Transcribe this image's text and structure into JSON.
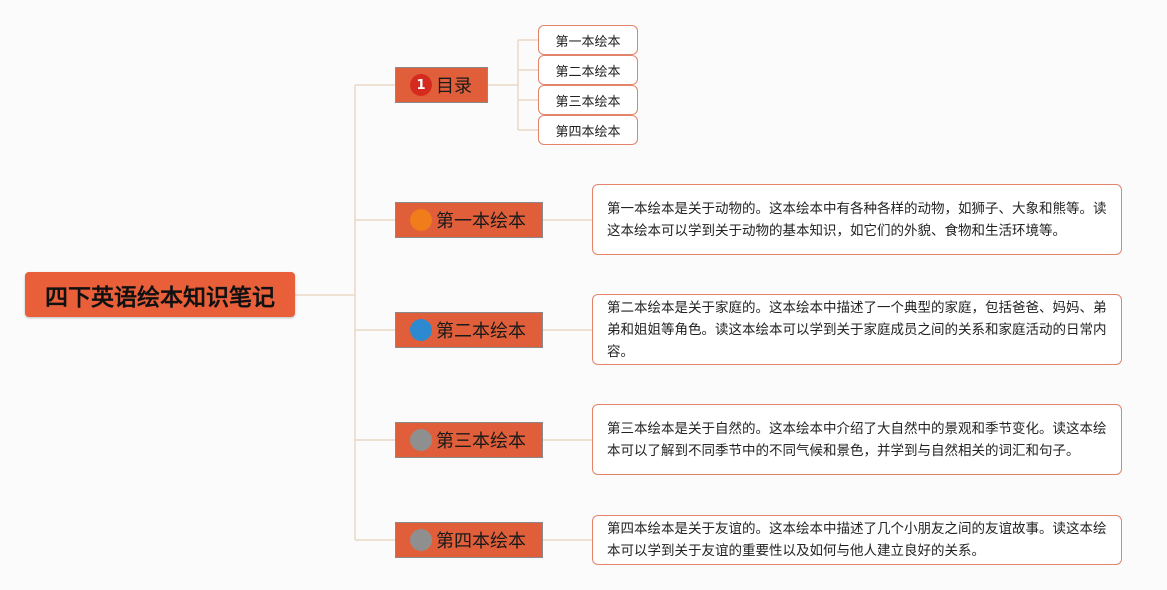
{
  "root": {
    "title": "四下英语绘本知识笔记"
  },
  "toc": {
    "label": "目录",
    "badge": "1",
    "badge_color": "#d42b1e",
    "items": [
      "第一本绘本",
      "第二本绘本",
      "第三本绘本",
      "第四本绘本"
    ]
  },
  "books": [
    {
      "label": "第一本绘本",
      "badge": "",
      "badge_color": "#f07c1b",
      "description": "第一本绘本是关于动物的。这本绘本中有各种各样的动物，如狮子、大象和熊等。读这本绘本可以学到关于动物的基本知识，如它们的外貌、食物和生活环境等。"
    },
    {
      "label": "第二本绘本",
      "badge": "",
      "badge_color": "#2e8ad0",
      "description": "第二本绘本是关于家庭的。这本绘本中描述了一个典型的家庭，包括爸爸、妈妈、弟弟和姐姐等角色。读这本绘本可以学到关于家庭成员之间的关系和家庭活动的日常内容。"
    },
    {
      "label": "第三本绘本",
      "badge": "",
      "badge_color": "#8f8f8f",
      "description": "第三本绘本是关于自然的。这本绘本中介绍了大自然中的景观和季节变化。读这本绘本可以了解到不同季节中的不同气候和景色，并学到与自然相关的词汇和句子。"
    },
    {
      "label": "第四本绘本",
      "badge": "",
      "badge_color": "#8f8f8f",
      "description": "第四本绘本是关于友谊的。这本绘本中描述了几个小朋友之间的友谊故事。读这本绘本可以学到关于友谊的重要性以及如何与他人建立良好的关系。"
    }
  ],
  "colors": {
    "connector": "#e9d8c4",
    "node_fill": "#e05f3a",
    "desc_border": "#e2836a"
  }
}
